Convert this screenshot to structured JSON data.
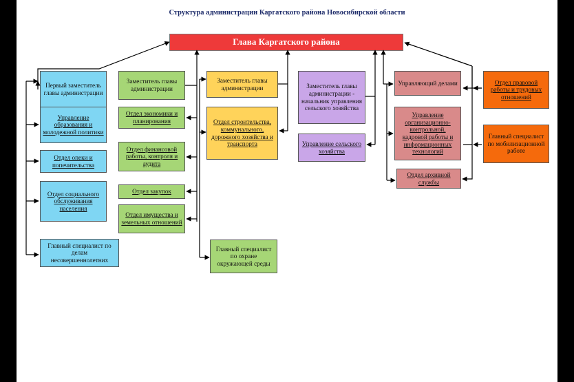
{
  "title": "Структура администрации Каргатского района Новосибирской области",
  "head": "Глава Каргатского района",
  "col1": [
    "Первый заместитель главы администрации",
    "Управление образования и молодежной политики",
    "Отдел опеки и попечительства",
    "Отдел социального обслуживания населения",
    "Главный специалист по делам несовершеннолетних"
  ],
  "col2": [
    "Заместитель главы администрации",
    "Отдел экономики и планирования",
    "Отдел финансовой работы, контроля и аудита",
    "Отдел закупок",
    "Отдел имущества и земельных отношений"
  ],
  "col3": [
    "Заместитель главы администрации",
    "Отдел строительства, коммунального, дорожного хозяйства и транспорта",
    "Главный специалист по охране окружающей среды"
  ],
  "col4": [
    "Заместитель главы администрации - начальник управления сельского хозяйства",
    "Управление сельского хозяйства"
  ],
  "col5": [
    "Управляющий делами",
    "Управление организационно-контрольной, кадровой работы и информационных технологий",
    "Отдел архивной службы"
  ],
  "col6": [
    "Отдел правовой работы и трудовых отношений",
    "Главный специалист по мобилизационной работе"
  ]
}
